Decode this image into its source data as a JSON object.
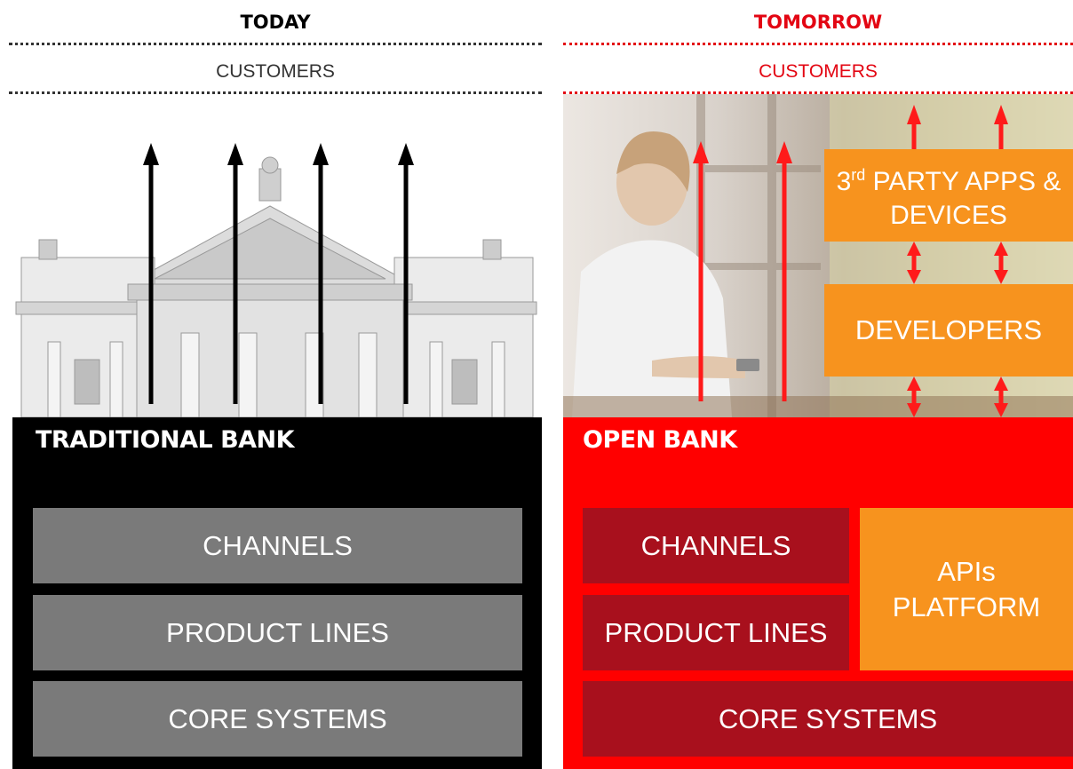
{
  "today": {
    "heading": "TODAY",
    "customers": "CUSTOMERS",
    "bank_title": "TRADITIONAL BANK",
    "layers": [
      "CHANNELS",
      "PRODUCT LINES",
      "CORE SYSTEMS"
    ]
  },
  "tomorrow": {
    "heading": "TOMORROW",
    "customers": "CUSTOMERS",
    "bank_title": "OPEN BANK",
    "channels": "CHANNELS",
    "product_lines": "PRODUCT LINES",
    "core_systems": "CORE SYSTEMS",
    "apis_line1": "APIs",
    "apis_line2": "PLATFORM",
    "third_party_prefix": "3",
    "third_party_sup": "rd",
    "third_party_rest": " PARTY APPS &",
    "third_party_line2": "DEVICES",
    "developers": "DEVELOPERS"
  },
  "colors": {
    "red": "#ff0000",
    "dark_red": "#a8101d",
    "orange": "#f7931e",
    "grey": "#7a7a7a",
    "black": "#000000"
  }
}
